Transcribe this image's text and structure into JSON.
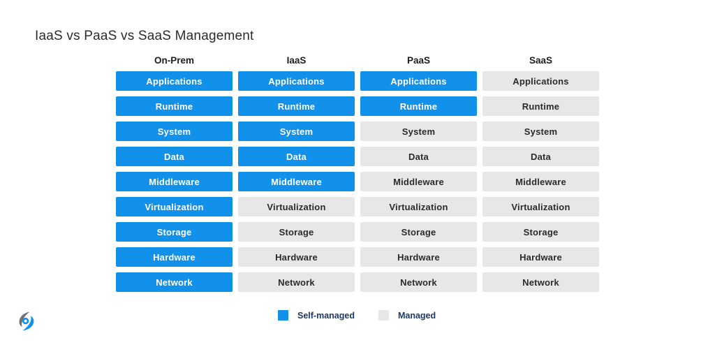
{
  "title": "IaaS vs PaaS vs SaaS Management",
  "colors": {
    "self_managed": "#1191ea",
    "managed": "#e7e7e7",
    "self_managed_text": "#ffffff",
    "managed_text": "#2b2b2b",
    "header_text": "#1d1d1b",
    "title_text": "#2b2b2b",
    "legend_text": "#1d3a66",
    "logo_gray": "#6f6f6f"
  },
  "layers": [
    "Applications",
    "Runtime",
    "System",
    "Data",
    "Middleware",
    "Virtualization",
    "Storage",
    "Hardware",
    "Network"
  ],
  "columns": [
    {
      "label": "On-Prem",
      "self_managed": [
        true,
        true,
        true,
        true,
        true,
        true,
        true,
        true,
        true
      ]
    },
    {
      "label": "IaaS",
      "self_managed": [
        true,
        true,
        true,
        true,
        true,
        false,
        false,
        false,
        false
      ]
    },
    {
      "label": "PaaS",
      "self_managed": [
        true,
        true,
        false,
        false,
        false,
        false,
        false,
        false,
        false
      ]
    },
    {
      "label": "SaaS",
      "self_managed": [
        false,
        false,
        false,
        false,
        false,
        false,
        false,
        false,
        false
      ]
    }
  ],
  "legend": [
    {
      "label": "Self-managed",
      "style": "self"
    },
    {
      "label": "Managed",
      "style": "managed"
    }
  ],
  "logo": "brand-swirl-logo"
}
